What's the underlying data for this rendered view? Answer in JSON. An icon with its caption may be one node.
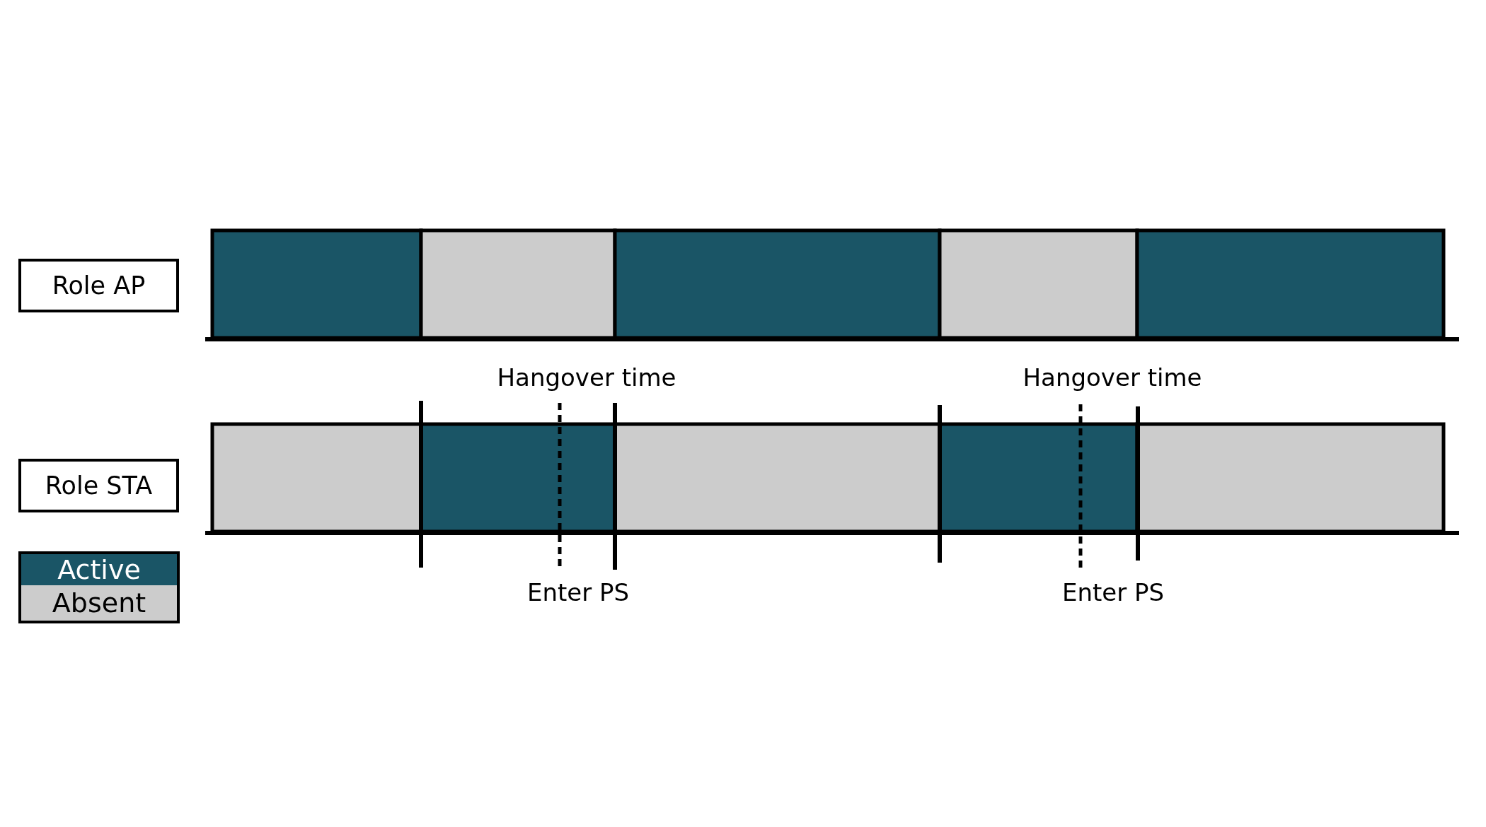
{
  "diagram": {
    "nodes": [
      {
        "text": [
          "Role AP"
        ]
      },
      {
        "text": [
          "Role STA"
        ]
      }
    ],
    "edges": [],
    "labels": [
      "Hangover time",
      "Hangover time",
      "Enter PS",
      "Enter PS"
    ],
    "legend": [
      {
        "text": "Active",
        "color": "#1a5566"
      },
      {
        "text": "Absent",
        "color": "#cccccc"
      }
    ]
  }
}
